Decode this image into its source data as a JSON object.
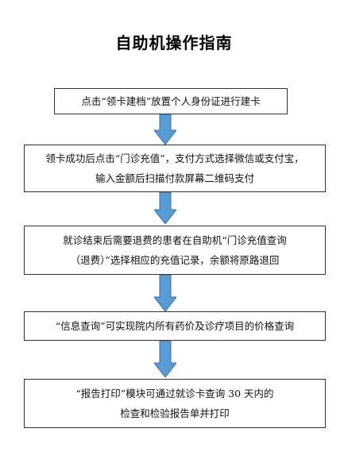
{
  "title": "自助机操作指南",
  "steps": [
    {
      "lines": [
        "点击“领卡建档”放置个人身份证进行建卡"
      ]
    },
    {
      "lines": [
        "领卡成功后点击“门诊充值”，支付方式选择微信或支付宝，",
        "输入金额后扫描付款屏幕二维码支付"
      ]
    },
    {
      "lines": [
        "就诊结束后需要退费的患者在自助机“门诊充值查询",
        "（退费）”选择相应的充值记录，余额将原路退回"
      ]
    },
    {
      "lines": [
        "“信息查询”可实现院内所有药价及诊疗项目的价格查询"
      ]
    },
    {
      "lines": [
        "“报告打印”模块可通过就诊卡查询 30 天内的",
        "检查和检验报告单并打印"
      ]
    }
  ],
  "colors": {
    "arrow_fill": "#5b9bd5",
    "arrow_stroke": "#41719c",
    "box_border": "#333333"
  }
}
